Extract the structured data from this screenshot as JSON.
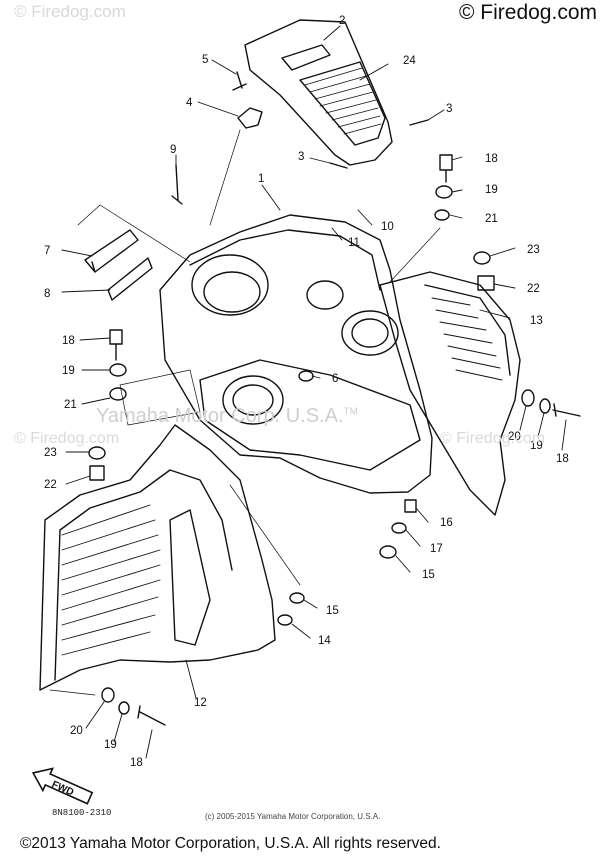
{
  "watermarks": {
    "top_left": "© Firedog.com",
    "top_right": "© Firedog.com",
    "center": "Yamaha Motor Corp. U.S.A.",
    "center_tm": "TM",
    "left_repeat": "© Firedog.com",
    "right_repeat": "© Firedog.com"
  },
  "diagram_code": "8N8100-2310",
  "fwd_label": "FWD",
  "copyright_small": "(c) 2005-2015 Yamaha Motor Corporation, U.S.A.",
  "footer": "©2013 Yamaha Motor Corporation, U.S.A. All rights reserved.",
  "callouts": {
    "c2": "2",
    "c24": "24",
    "c5": "5",
    "c4": "4",
    "c3a": "3",
    "c3b": "3",
    "c9": "9",
    "c1": "1",
    "c18a": "18",
    "c19a": "19",
    "c10": "10",
    "c21a": "21",
    "c11": "11",
    "c23a": "23",
    "c22a": "22",
    "c7": "7",
    "c8": "8",
    "c13": "13",
    "c18b": "18",
    "c19b": "19",
    "c6": "6",
    "c21b": "21",
    "c20a": "20",
    "c19c": "19",
    "c18c": "18",
    "c23b": "23",
    "c22b": "22",
    "c16": "16",
    "c17": "17",
    "c15a": "15",
    "c15b": "15",
    "c14": "14",
    "c12": "12",
    "c20b": "20",
    "c19d": "19",
    "c18d": "18"
  }
}
